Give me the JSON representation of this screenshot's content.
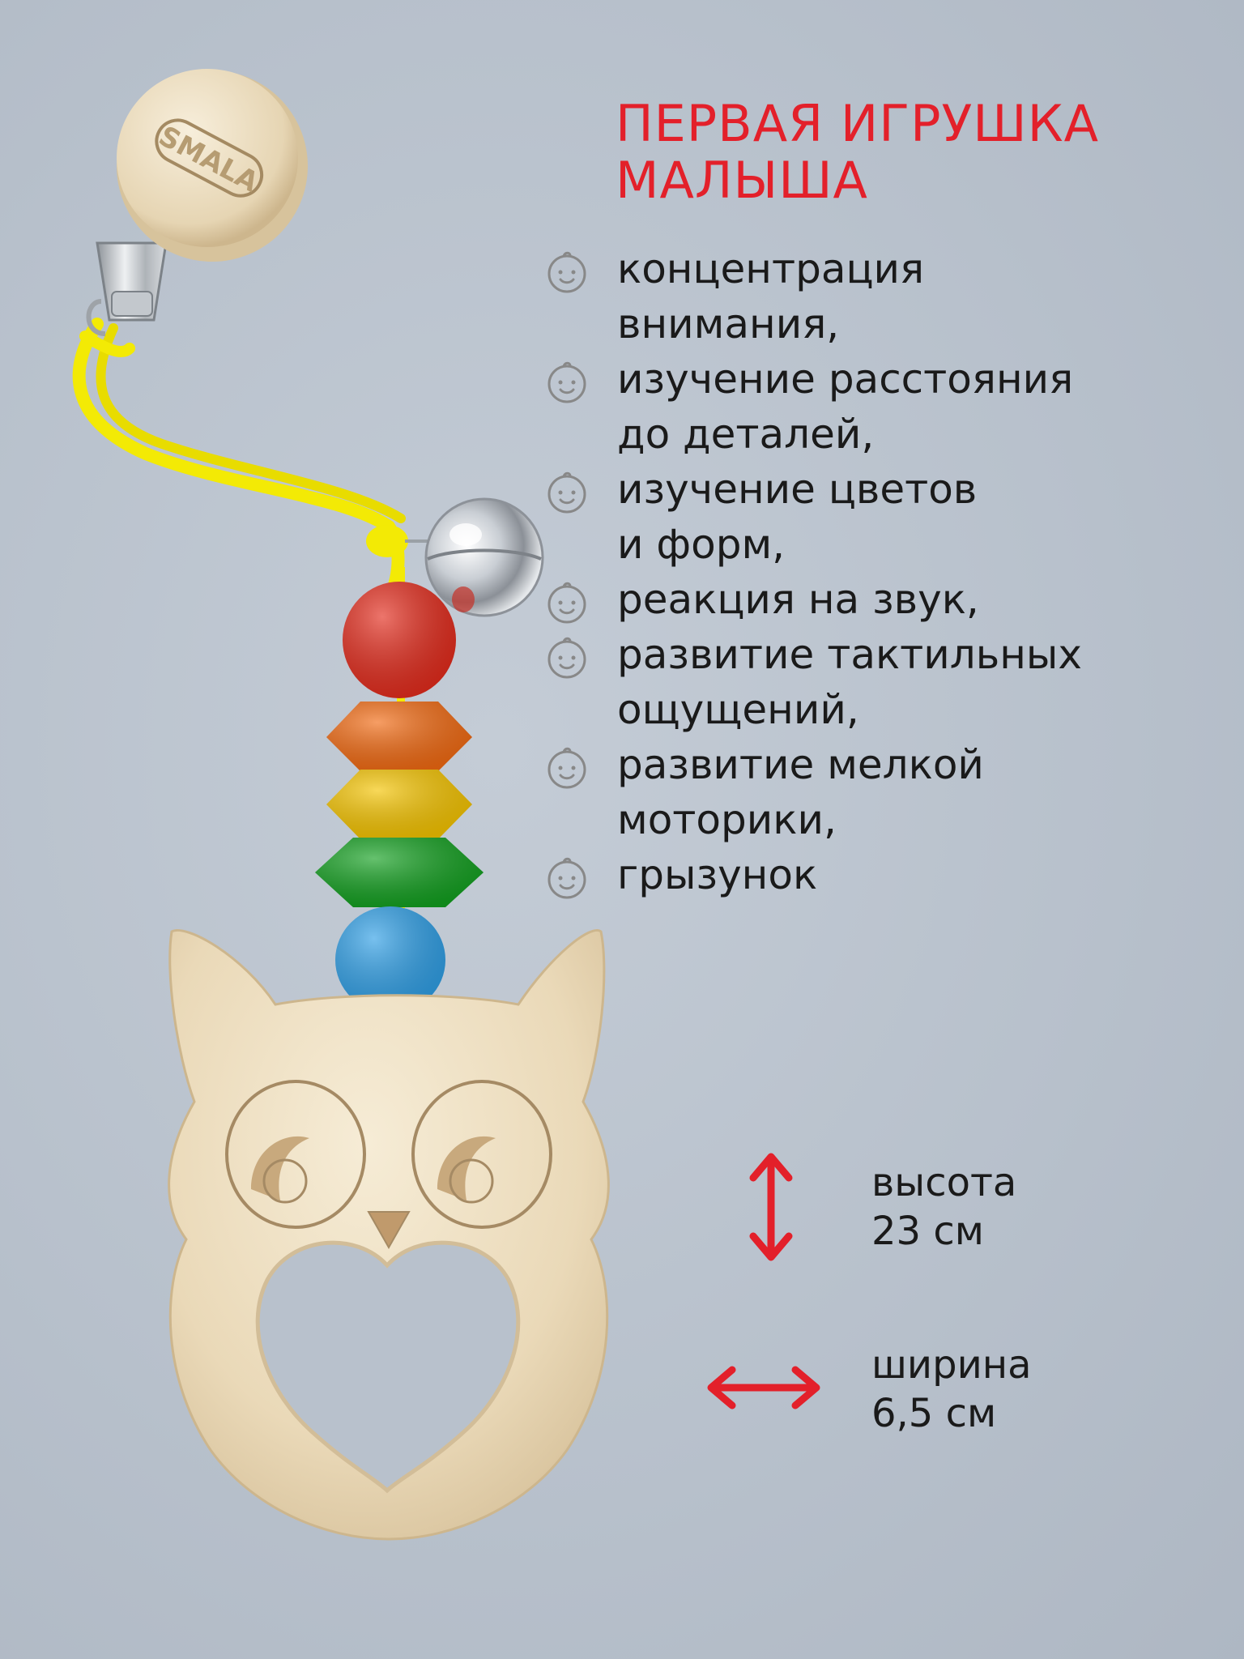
{
  "title": {
    "line1": "ПЕРВАЯ ИГРУШКА",
    "line2": "МАЛЫША"
  },
  "features": [
    {
      "icon": "baby-face-icon",
      "text": "концентрация\nвнимания,"
    },
    {
      "icon": "baby-face-icon",
      "text": "изучение расстояния\nдо деталей,"
    },
    {
      "icon": "baby-face-icon",
      "text": "изучение цветов\nи форм,"
    },
    {
      "icon": "baby-face-icon",
      "text": "реакция на звук,"
    },
    {
      "icon": "baby-face-icon",
      "text": "развитие тактильных\nощущений,"
    },
    {
      "icon": "baby-face-icon",
      "text": "развитие мелкой\nмоторики,"
    },
    {
      "icon": "baby-face-icon",
      "text": "грызунок"
    }
  ],
  "specs": {
    "height": {
      "label": "высота",
      "value": "23 см",
      "icon": "vertical-double-arrow-icon"
    },
    "width": {
      "label": "ширина",
      "value": "6,5 см",
      "icon": "horizontal-double-arrow-icon"
    }
  },
  "product": {
    "clip_engraving": "SMALA",
    "bead_colors": [
      "#e32b1c",
      "#f26a12",
      "#f5c400",
      "#13a020",
      "#2f9fe6"
    ],
    "cord_color": "#f3ea05",
    "wood_color": "#ece0c4"
  },
  "colors": {
    "accent": "#e3202a",
    "background": "#b8c1cc",
    "text": "#1a1a1a"
  }
}
